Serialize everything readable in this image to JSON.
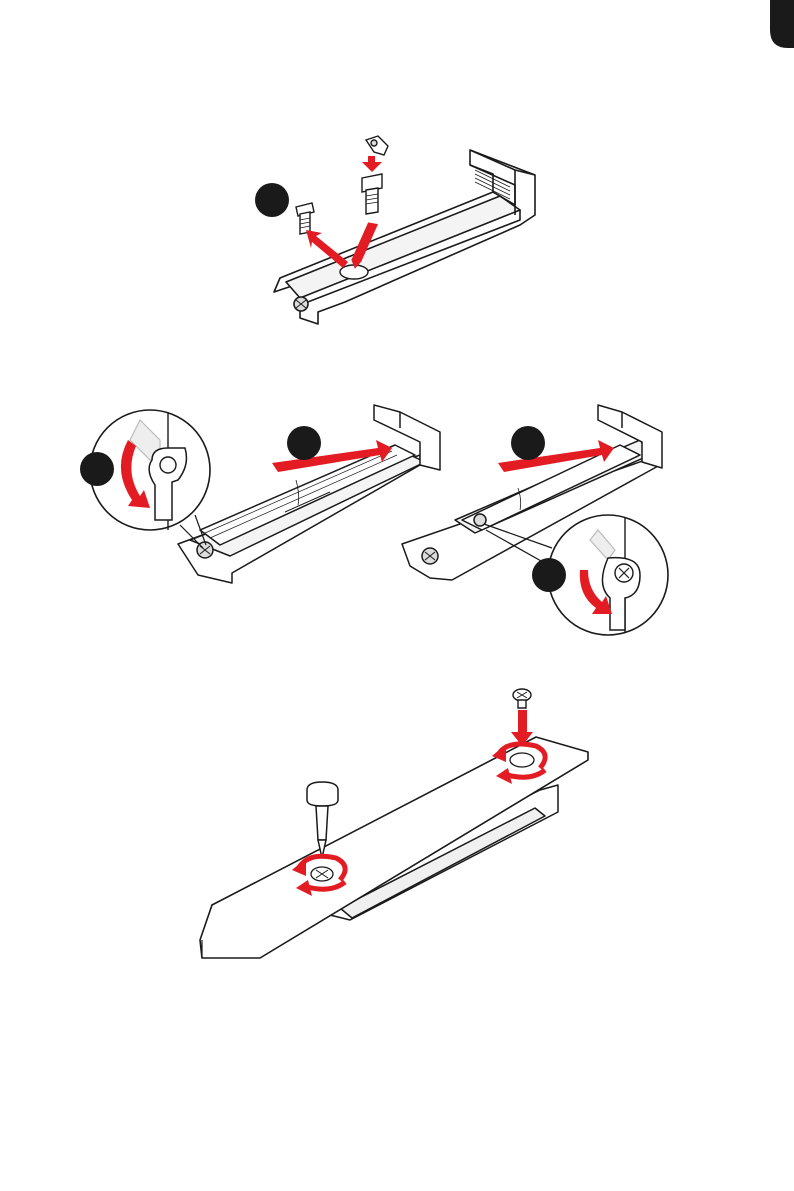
{
  "document": {
    "page_type": "installation-illustration-page",
    "figures": [
      {
        "id": "figure-1",
        "subject": "standoff-removal-and-install",
        "step_badges": [
          ""
        ]
      },
      {
        "id": "figure-2",
        "subject": "ssd-insert-and-latch-rotate",
        "step_badges": [
          "",
          "",
          "",
          ""
        ]
      },
      {
        "id": "figure-3",
        "subject": "heatsink-screw-fastening",
        "step_badges": []
      }
    ]
  },
  "colors": {
    "accent": "#e31b23",
    "line": "#1a1a1a",
    "edge_bar": "#1a1a1a",
    "badge": "#1a1a1a",
    "board_fill": "#ffffff",
    "inner_fill": "#f2f2f2",
    "latch_fill": "#dcdcdc"
  },
  "icons": {
    "standoff": "standoff-icon",
    "screw": "screw-icon",
    "screwdriver": "screwdriver-icon",
    "rotate": "rotate-arrow-icon",
    "latch": "latch-icon",
    "zoom": "zoom-callout-icon"
  }
}
